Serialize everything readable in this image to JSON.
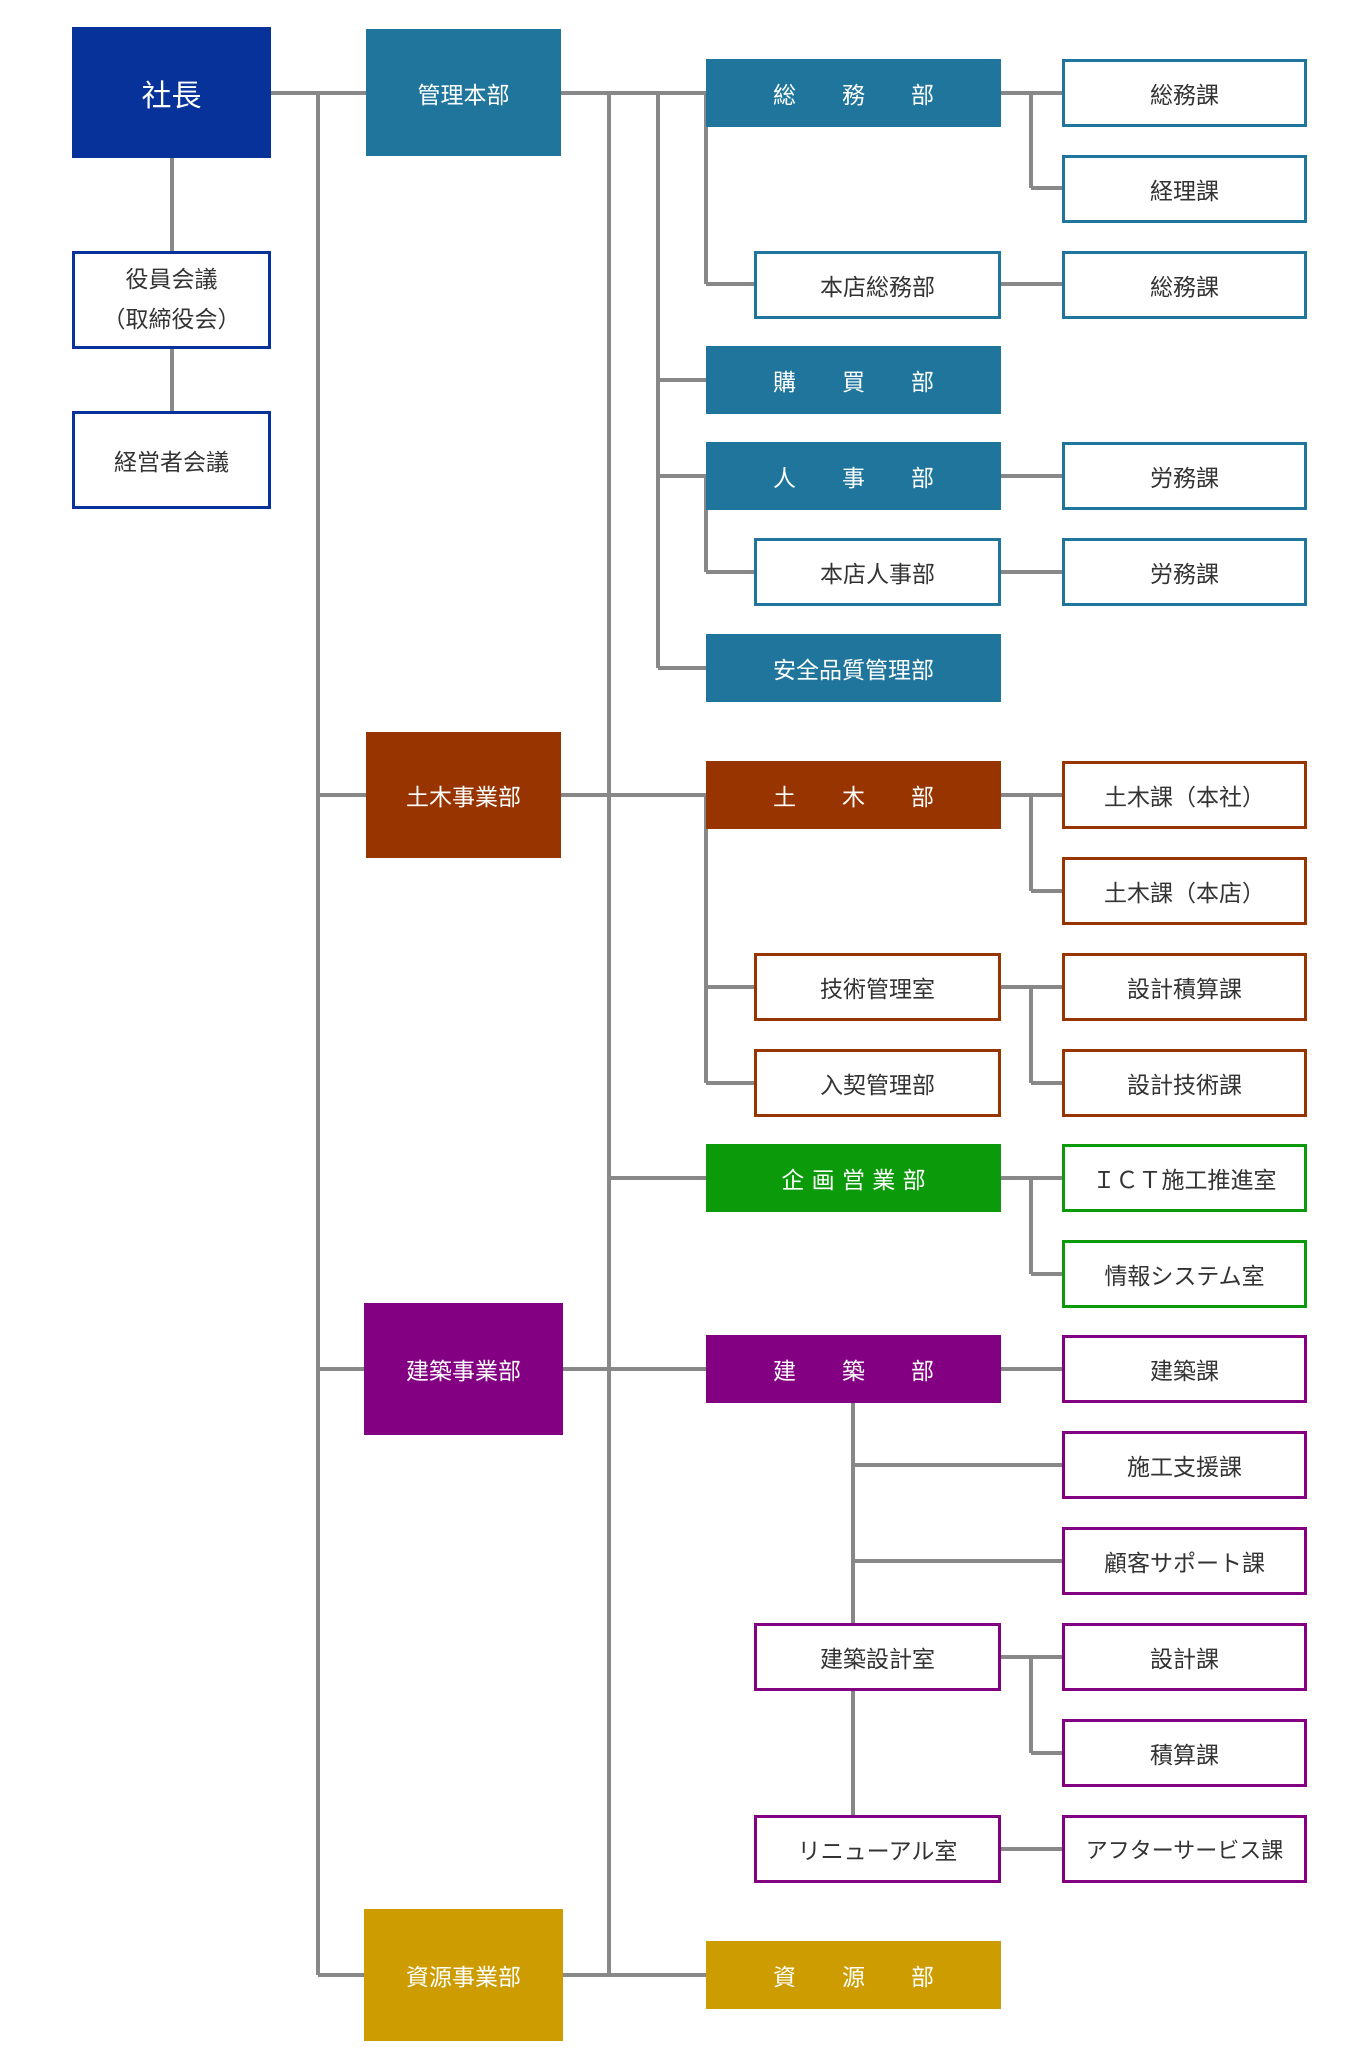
{
  "colors": {
    "line": "#888888",
    "president": "#07329a",
    "kanri": "#1f759b",
    "doboku": "#983400",
    "kikaku": "#0a9a0a",
    "kenchiku": "#830083",
    "shigen": "#cc9c00"
  },
  "nodes": {
    "president": "社長",
    "board_meeting": "役員会議\n（取締役会）",
    "executive_meeting": "経営者会議",
    "kanri_honbu": "管理本部",
    "doboku_jigyobu": "土木事業部",
    "kenchiku_jigyobu": "建築事業部",
    "shigen_jigyobu": "資源事業部",
    "somu_bu": "総　　務　　部",
    "somu_ka_1": "総務課",
    "keiri_ka": "経理課",
    "honten_somu_bu": "本店総務部",
    "somu_ka_2": "総務課",
    "kobai_bu": "購　　買　　部",
    "jinji_bu": "人　　事　　部",
    "romu_ka_1": "労務課",
    "honten_jinji_bu": "本店人事部",
    "romu_ka_2": "労務課",
    "anzen_bu": "安全品質管理部",
    "doboku_bu": "土　　木　　部",
    "doboku_ka_honsha": "土木課（本社）",
    "doboku_ka_honten": "土木課（本店）",
    "gijutsu_kanri": "技術管理室",
    "sekkei_sekisan_ka": "設計積算課",
    "nyusatsu_bu": "入契管理部",
    "sekkei_gijutsu_ka": "設計技術課",
    "kikaku_eigyo_bu": "企 画 営 業 部",
    "ict_room": "ＩＣＴ施工推進室",
    "joho_system_room": "情報システム室",
    "kenchiku_bu": "建　　築　　部",
    "kenchiku_ka": "建築課",
    "seko_shien_ka": "施工支援課",
    "kokyaku_ka": "顧客サポート課",
    "kenchiku_sekkei_room": "建築設計室",
    "sekkei_ka": "設計課",
    "sekisan_ka": "積算課",
    "renewal_room": "リニューアル室",
    "after_service_ka": "アフターサービス課",
    "shigen_bu": "資　　源　　部"
  }
}
